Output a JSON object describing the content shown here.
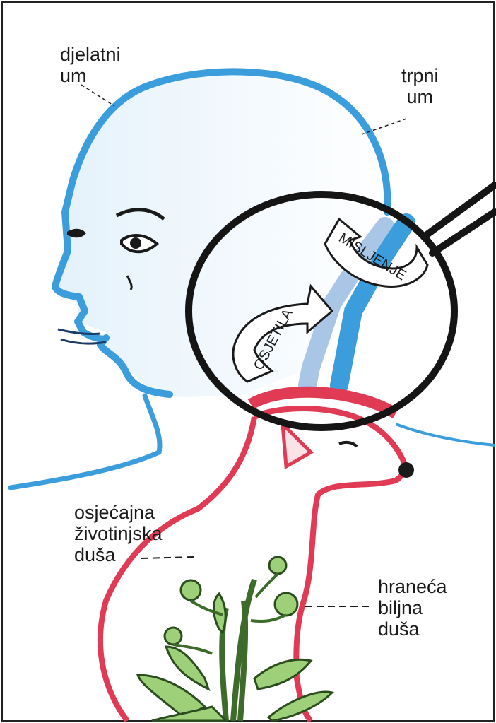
{
  "labels": {
    "active_mind": [
      "djelatni",
      "um"
    ],
    "passive_mind": [
      "trpni",
      "um"
    ],
    "animal_soul": [
      "osjećajna",
      "životinjska",
      "duša"
    ],
    "plant_soul": [
      "hraneća",
      "biljna",
      "duša"
    ]
  },
  "arrows": {
    "senses": "OSJETILA",
    "thinking": "MISLJENJE"
  },
  "colors": {
    "mind_blue": "#3b9ddc",
    "pale_blue": "#a9c6e6",
    "soul_red": "#e03a55",
    "plant_green": "#9ed07a",
    "lens_black": "#151515"
  }
}
